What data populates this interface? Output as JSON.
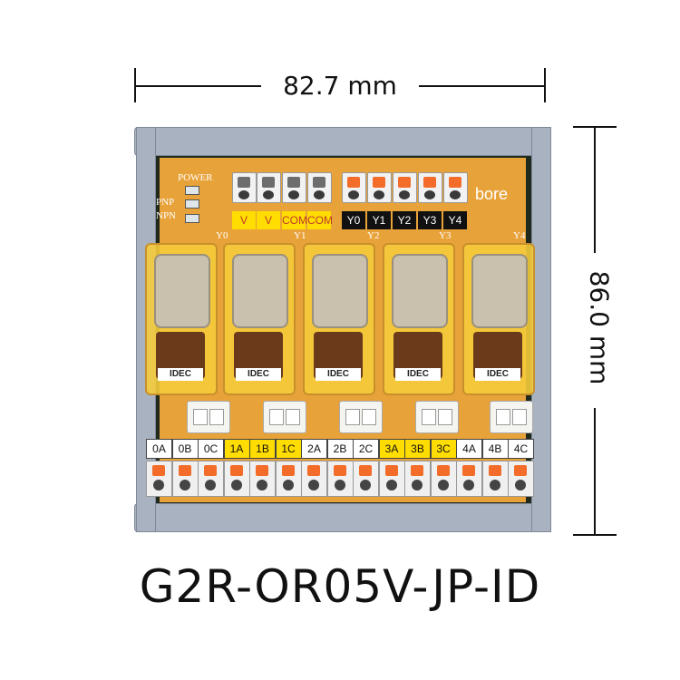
{
  "dimensions": {
    "width_label": "82.7 mm",
    "height_label": "86.0 mm"
  },
  "board": {
    "indicators": [
      "POWER",
      "PNP",
      "NPN"
    ],
    "brand": "bore",
    "top_labels": [
      {
        "text": "V",
        "style": "yellow"
      },
      {
        "text": "V",
        "style": "yellow"
      },
      {
        "text": "COM",
        "style": "yellow"
      },
      {
        "text": "COM",
        "style": "yellow"
      },
      {
        "text": "Y0",
        "style": "black"
      },
      {
        "text": "Y1",
        "style": "black"
      },
      {
        "text": "Y2",
        "style": "black"
      },
      {
        "text": "Y3",
        "style": "black"
      },
      {
        "text": "Y4",
        "style": "black"
      }
    ],
    "relay_silk": [
      "Y0",
      "Y1",
      "Y2",
      "Y3",
      "Y4"
    ],
    "relay_brand": "IDEC",
    "relay_count": 5,
    "bottom_labels": [
      {
        "text": "0A",
        "style": "white"
      },
      {
        "text": "0B",
        "style": "white"
      },
      {
        "text": "0C",
        "style": "white"
      },
      {
        "text": "1A",
        "style": "yellow"
      },
      {
        "text": "1B",
        "style": "yellow"
      },
      {
        "text": "1C",
        "style": "yellow"
      },
      {
        "text": "2A",
        "style": "white"
      },
      {
        "text": "2B",
        "style": "white"
      },
      {
        "text": "2C",
        "style": "white"
      },
      {
        "text": "3A",
        "style": "yellow"
      },
      {
        "text": "3B",
        "style": "yellow"
      },
      {
        "text": "3C",
        "style": "yellow"
      },
      {
        "text": "4A",
        "style": "white"
      },
      {
        "text": "4B",
        "style": "white"
      },
      {
        "text": "4C",
        "style": "white"
      }
    ]
  },
  "model": "G2R-OR05V-JP-ID"
}
